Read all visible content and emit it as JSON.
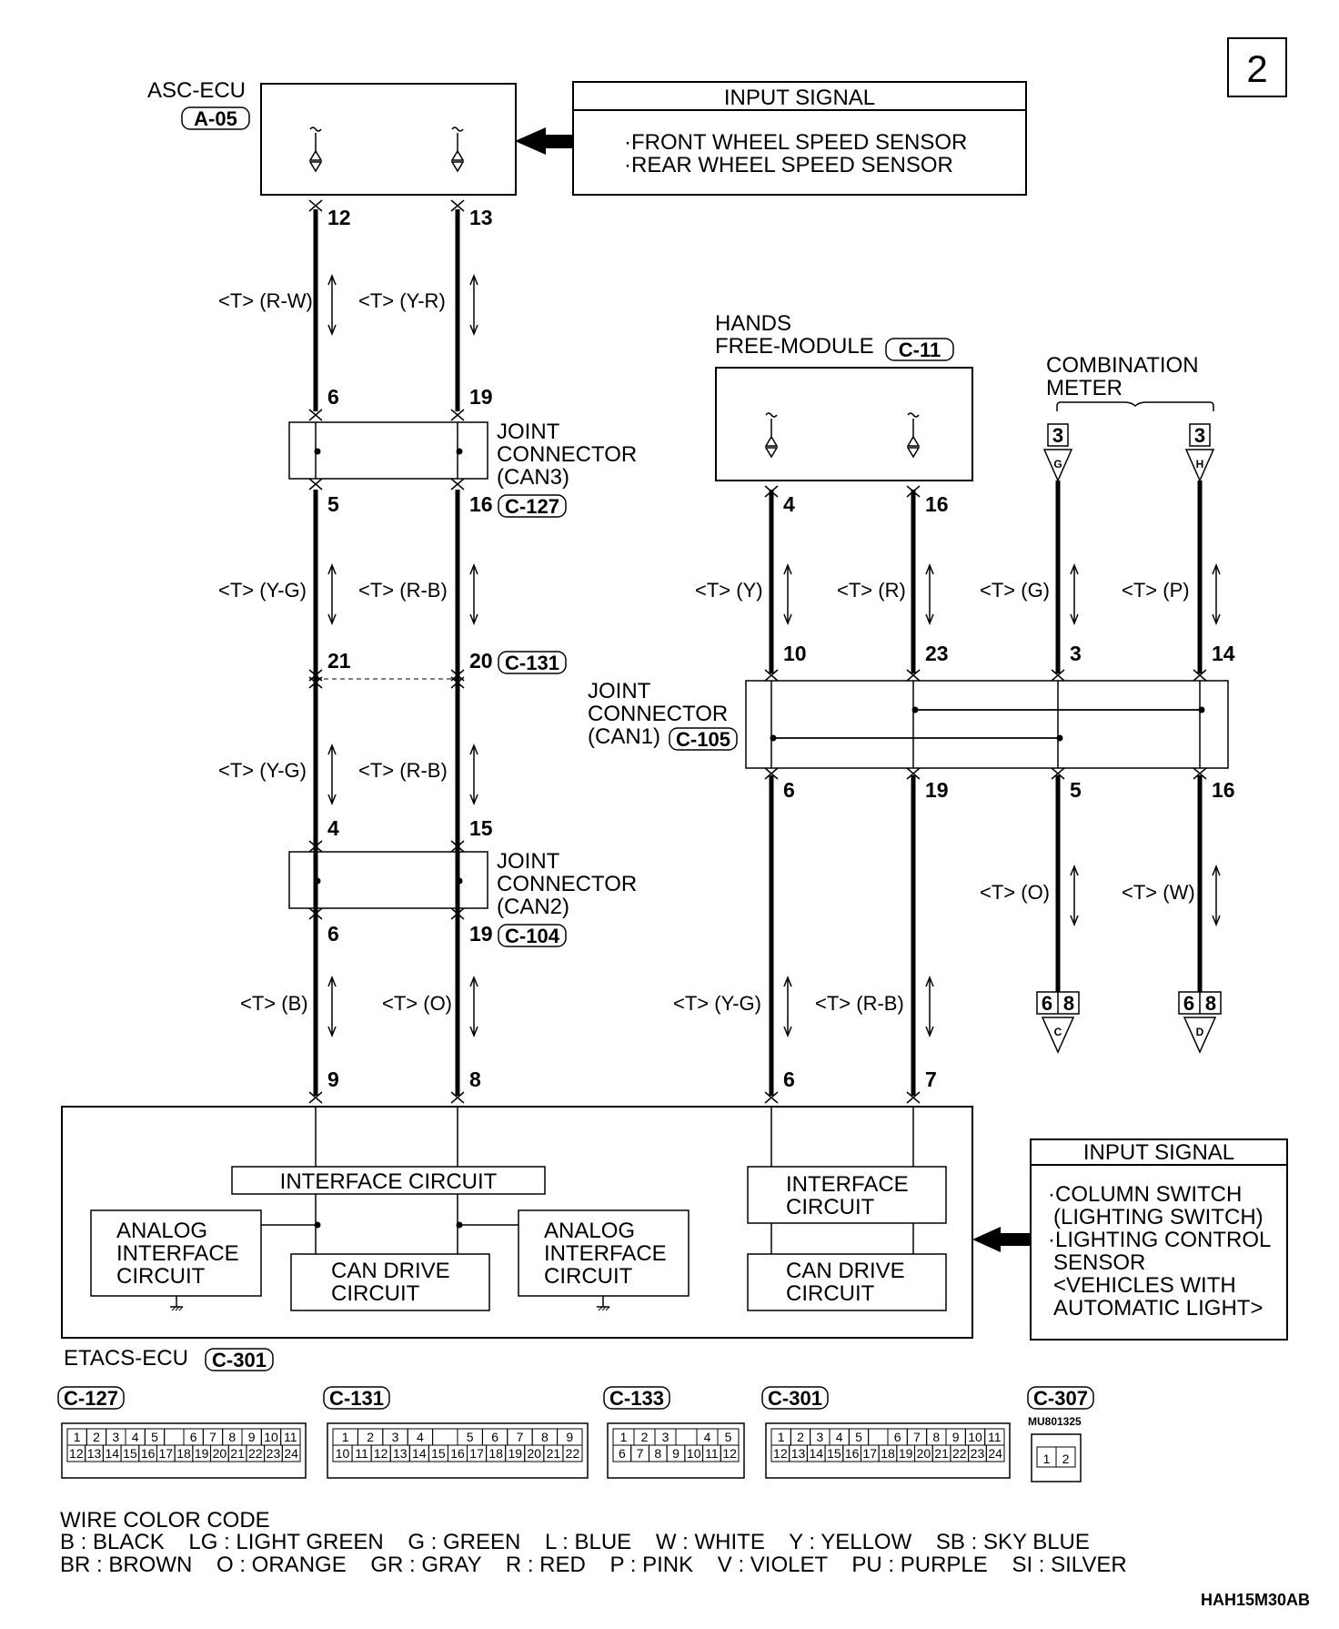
{
  "page_number": "2",
  "figure_code": "HAH15M30AB",
  "asc_ecu": {
    "name": "ASC-ECU",
    "connector": "A-05",
    "pins": [
      "12",
      "13"
    ]
  },
  "input_signal_top": {
    "title": "INPUT SIGNAL",
    "lines": [
      "·FRONT WHEEL SPEED SENSOR",
      "·REAR WHEEL SPEED SENSOR"
    ]
  },
  "wires": {
    "asc_left": "<T> (R-W)",
    "asc_right": "<T> (Y-R)",
    "can3_left": "<T> (Y-G)",
    "can3_right": "<T> (R-B)",
    "mid_left": "<T> (Y-G)",
    "mid_right": "<T> (R-B)",
    "etacs_left": "<T> (B)",
    "etacs_right": "<T> (O)",
    "hfm_left": "<T> (Y)",
    "hfm_right": "<T> (R)",
    "meter_g": "<T> (G)",
    "meter_h": "<T> (P)",
    "meter_c": "<T> (O)",
    "meter_d": "<T> (W)",
    "can1_etacs_left": "<T> (Y-G)",
    "can1_etacs_right": "<T> (R-B)"
  },
  "joint_can3": {
    "lines": [
      "JOINT",
      "CONNECTOR",
      "(CAN3)"
    ],
    "connector": "C-127",
    "pins_top": [
      "6",
      "19"
    ],
    "pins_bottom": [
      "5",
      "16"
    ]
  },
  "junction_c131": {
    "connector": "C-131",
    "pins": [
      "21",
      "20"
    ]
  },
  "joint_can2": {
    "lines": [
      "JOINT",
      "CONNECTOR",
      "(CAN2)"
    ],
    "connector": "C-104",
    "pins_top": [
      "4",
      "15"
    ],
    "pins_bottom": [
      "6",
      "19"
    ]
  },
  "hands_free": {
    "lines": [
      "HANDS",
      "FREE-MODULE"
    ],
    "connector": "C-11",
    "pins": [
      "4",
      "16"
    ]
  },
  "combination_meter": {
    "lines": [
      "COMBINATION",
      "METER"
    ],
    "terminal_number": "3",
    "terminal_left": "G",
    "terminal_right": "H",
    "bottom_numbers": [
      "6",
      "8"
    ],
    "bottom_left": "C",
    "bottom_right": "D"
  },
  "joint_can1": {
    "lines": [
      "JOINT",
      "CONNECTOR",
      "(CAN1)"
    ],
    "connector": "C-105",
    "pins_top": [
      "10",
      "23",
      "3",
      "14"
    ],
    "pins_bottom": [
      "6",
      "19",
      "5",
      "16"
    ]
  },
  "etacs": {
    "name": "ETACS-ECU",
    "connector": "C-301",
    "pins": [
      "9",
      "8",
      "6",
      "7"
    ],
    "interface_left": "INTERFACE CIRCUIT",
    "interface_right": [
      "INTERFACE",
      "CIRCUIT"
    ],
    "analog": [
      "ANALOG",
      "INTERFACE",
      "CIRCUIT"
    ],
    "can_drive": [
      "CAN DRIVE",
      "CIRCUIT"
    ]
  },
  "input_signal_bottom": {
    "title": "INPUT SIGNAL",
    "lines": [
      "·COLUMN SWITCH",
      "(LIGHTING SWITCH)",
      "·LIGHTING CONTROL",
      "SENSOR",
      "<VEHICLES WITH",
      "AUTOMATIC LIGHT>"
    ]
  },
  "connector_views": [
    {
      "id": "C-127",
      "row1": [
        "1",
        "2",
        "3",
        "4",
        "5",
        "",
        "6",
        "7",
        "8",
        "9",
        "10",
        "11"
      ],
      "row2": [
        "12",
        "13",
        "14",
        "15",
        "16",
        "17",
        "18",
        "19",
        "20",
        "21",
        "22",
        "23",
        "24"
      ]
    },
    {
      "id": "C-131",
      "row1": [
        "1",
        "2",
        "3",
        "4",
        "",
        "5",
        "6",
        "7",
        "8",
        "9"
      ],
      "row2": [
        "10",
        "11",
        "12",
        "13",
        "14",
        "15",
        "16",
        "17",
        "18",
        "19",
        "20",
        "21",
        "22"
      ]
    },
    {
      "id": "C-133",
      "row1": [
        "1",
        "2",
        "3",
        "",
        "4",
        "5"
      ],
      "row2": [
        "6",
        "7",
        "8",
        "9",
        "10",
        "11",
        "12"
      ]
    },
    {
      "id": "C-301",
      "row1": [
        "1",
        "2",
        "3",
        "4",
        "5",
        "",
        "6",
        "7",
        "8",
        "9",
        "10",
        "11"
      ],
      "row2": [
        "12",
        "13",
        "14",
        "15",
        "16",
        "17",
        "18",
        "19",
        "20",
        "21",
        "22",
        "23",
        "24"
      ]
    },
    {
      "id": "C-307",
      "part": "MU801325",
      "row1": [
        "1",
        "2"
      ]
    }
  ],
  "wire_color_code": {
    "title": "WIRE COLOR CODE",
    "line1": "B : BLACK    LG : LIGHT GREEN    G : GREEN    L : BLUE    W : WHITE    Y : YELLOW    SB : SKY BLUE",
    "line2": "BR : BROWN    O : ORANGE    GR : GRAY    R : RED    P : PINK    V : VIOLET    PU : PURPLE    SI : SILVER"
  }
}
